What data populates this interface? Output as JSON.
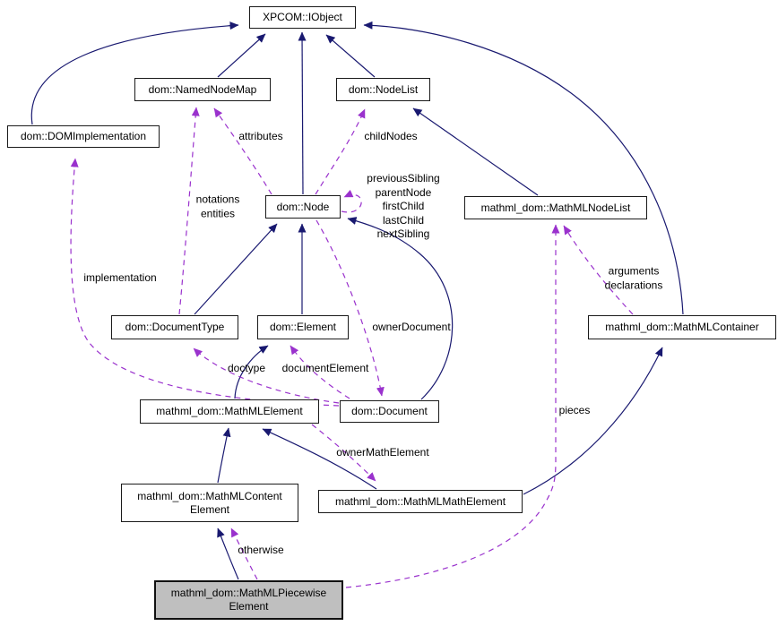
{
  "diagram": {
    "type": "collaboration-diagram",
    "nodes": {
      "iobject": "XPCOM::IObject",
      "namednodemap": "dom::NamedNodeMap",
      "nodelist": "dom::NodeList",
      "domimplementation": "dom::DOMImplementation",
      "node": "dom::Node",
      "mathmlnodelist": "mathml_dom::MathMLNodeList",
      "documenttype": "dom::DocumentType",
      "element": "dom::Element",
      "mathmlcontainer": "mathml_dom::MathMLContainer",
      "mathmlelement": "mathml_dom::MathMLElement",
      "document": "dom::Document",
      "contentelement": "mathml_dom::MathMLContent\nElement",
      "mathelement": "mathml_dom::MathMLMathElement",
      "piecewise": "mathml_dom::MathMLPiecewise\nElement"
    },
    "edge_labels": {
      "attributes": "attributes",
      "childnodes": "childNodes",
      "notations_entities": "notations\nentities",
      "node_self": "previousSibling\nparentNode\nfirstChild\nlastChild\nnextSibling",
      "implementation": "implementation",
      "ownerdocument": "ownerDocument",
      "doctype": "doctype",
      "documentelement": "documentElement",
      "arguments_declarations": "arguments\ndeclarations",
      "pieces": "pieces",
      "ownermathelement": "ownerMathElement",
      "otherwise": "otherwise"
    },
    "colors": {
      "inheritance_edge": "#191970",
      "usage_edge": "#9A32CD",
      "node_fill": "#FFFFFF",
      "node_border": "#000000",
      "selected_node_fill": "#BFBFBF",
      "background": "#FFFFFF"
    }
  }
}
